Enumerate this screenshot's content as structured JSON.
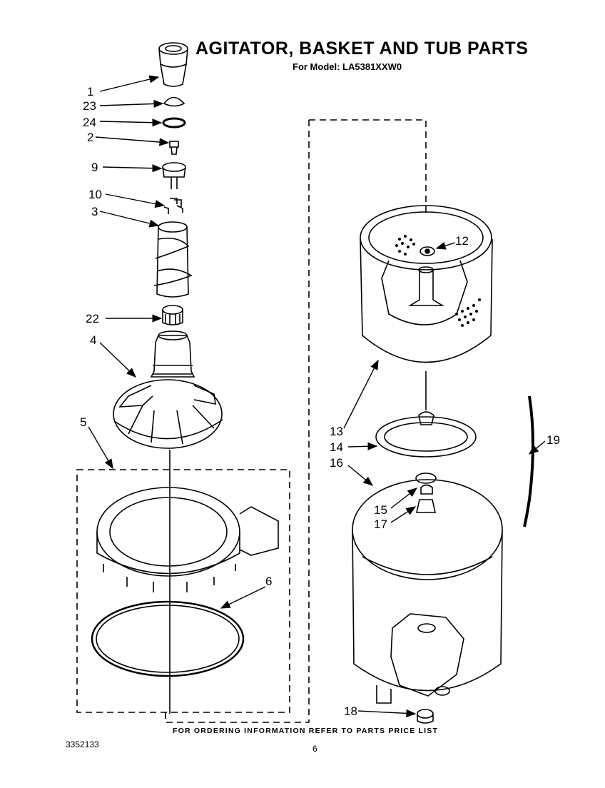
{
  "title": "AGITATOR, BASKET AND TUB PARTS",
  "subtitle": "For Model: LA5381XXW0",
  "footer": "FOR ORDERING INFORMATION REFER TO PARTS PRICE LIST",
  "doc_number": "3352133",
  "page_number": "6",
  "callouts": {
    "c1": "1",
    "c23": "23",
    "c24": "24",
    "c2": "2",
    "c9": "9",
    "c10": "10",
    "c3": "3",
    "c22": "22",
    "c4": "4",
    "c5": "5",
    "c6": "6",
    "c12": "12",
    "c13": "13",
    "c14": "14",
    "c16": "16",
    "c15": "15",
    "c17": "17",
    "c19": "19",
    "c18": "18"
  }
}
